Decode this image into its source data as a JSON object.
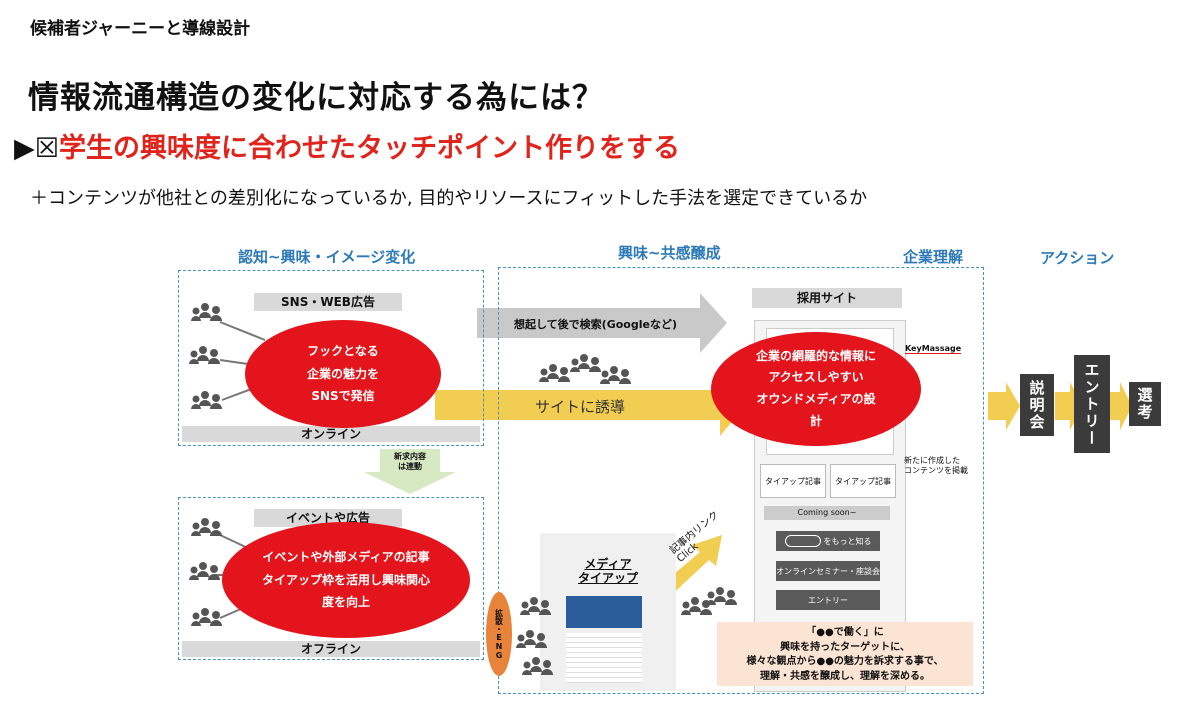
{
  "header": {
    "subtitle": "候補者ジャーニーと導線設計",
    "heading": "情報流通構造の変化に対応する為には？",
    "tp_prefix": "▶☒",
    "tp_text": "学生の興味度に合わせたタッチポイント作りをする",
    "plus_text": "＋コンテンツが他社との差別化になっているか, 目的やリソースにフィット​した手法を選定できているか"
  },
  "phases": {
    "p1": "認知~興味・イメージ変化",
    "p2": "興味~共感醸成",
    "p3": "企業理解",
    "p4": "アクション"
  },
  "online": {
    "top_label": "SNS・WEB広告",
    "bottom_label": "オンライン",
    "bubble": [
      "フックとなる",
      "企業の魅力を",
      "SNSで発信"
    ]
  },
  "offline": {
    "top_label": "イベントや広告",
    "bottom_label": "オフライン",
    "bubble": [
      "イベントや外部メディアの記事",
      "タイアップ枠を活用し興味関心",
      "度を向上"
    ]
  },
  "link_arrow": "新求内容は連動",
  "search_arrow": "想起して後で検索(Googleなど)",
  "induce_arrow": "サイトに誘導",
  "center_bubble": [
    "企業の網羅的な情報に",
    "アクセスしやすい",
    "オウンドメディアの設",
    "計"
  ],
  "site": {
    "title": "採用サイト",
    "keymsg": "KeyMassage",
    "new_content": "新たに作成した\nコンテンツを掲載",
    "tieup1": "タイアップ記事",
    "tieup2": "タイアップ記事",
    "coming": "Coming soon~",
    "btn1": "をもっと知る",
    "btn2": "オンラインセミナー・座談会",
    "btn3": "エントリー"
  },
  "media": {
    "title": "メディア\nタイアップ",
    "arrow": "記事内リンクClick"
  },
  "spread": "拡散・ENG",
  "note": [
    "「●●で働く」に",
    "興味を持ったターゲットに、",
    "様々な観点から●●の魅力を訴求する事で、",
    "理解・共感を醸成し、理解を深める。"
  ],
  "actions": {
    "a1": "説明会",
    "a2": "エントリー",
    "a3": "選考"
  },
  "colors": {
    "red": "#e3141b",
    "blue": "#2e7ab8",
    "yellow": "#f1cd52",
    "gray_arrow": "#c9c9c9",
    "note_bg": "#fbe4d3"
  }
}
